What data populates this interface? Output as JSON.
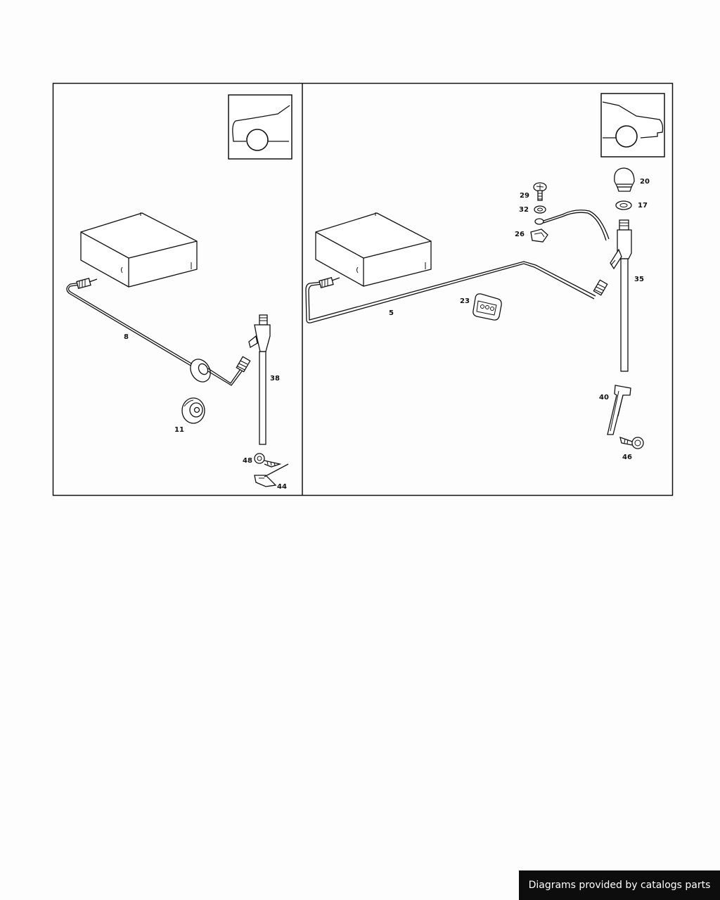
{
  "panels": [
    {
      "id": "left",
      "callouts": [
        "8",
        "11",
        "38",
        "48",
        "44"
      ]
    },
    {
      "id": "right",
      "callouts": [
        "29",
        "32",
        "26",
        "20",
        "17",
        "35",
        "23",
        "5",
        "40",
        "46"
      ]
    }
  ],
  "callouts": {
    "c8": "8",
    "c11": "11",
    "c38": "38",
    "c48": "48",
    "c44": "44",
    "c29": "29",
    "c32": "32",
    "c26": "26",
    "c20": "20",
    "c17": "17",
    "c35": "35",
    "c23": "23",
    "c5": "5",
    "c40": "40",
    "c46": "46"
  },
  "footer": {
    "caption": "Diagrams provided by catalogs parts"
  }
}
